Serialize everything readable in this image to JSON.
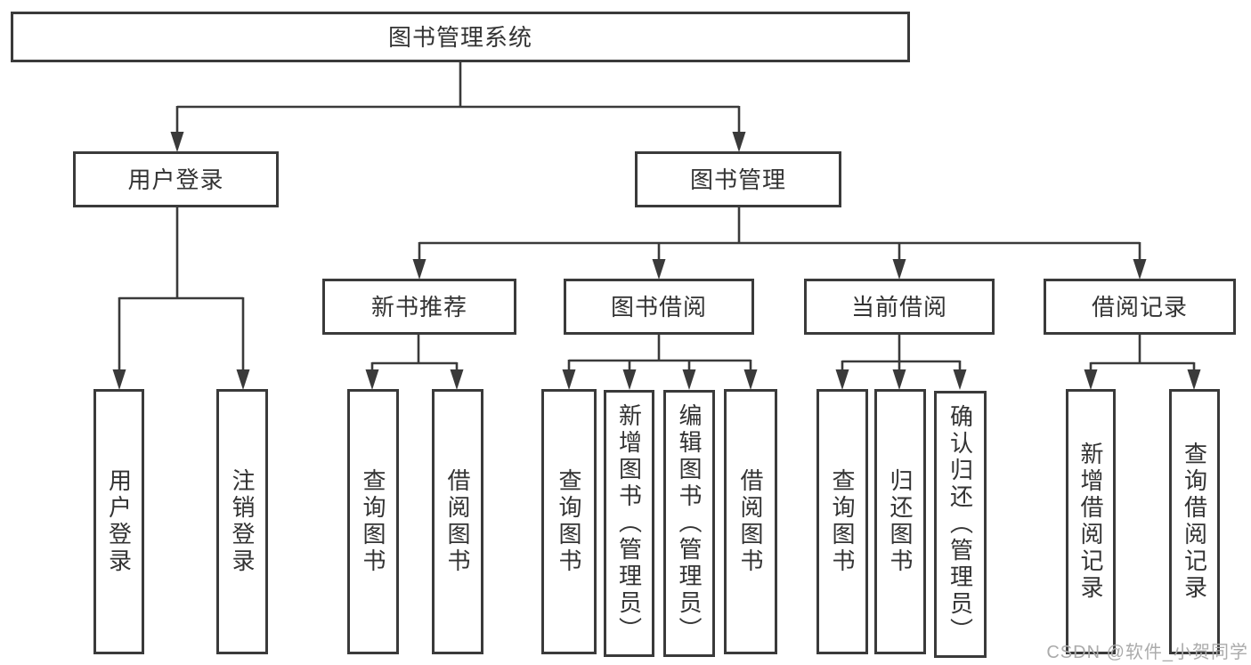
{
  "diagram": {
    "root": "图书管理系统",
    "branches": {
      "user_login": "用户登录",
      "book_management": "图书管理"
    },
    "modules": {
      "new_book_recommend": "新书推荐",
      "book_borrowing": "图书借阅",
      "current_borrowing": "当前借阅",
      "borrowing_records": "借阅记录"
    },
    "leaves": {
      "login": "用户登录",
      "logout": "注销登录",
      "newbook_query_book": "查询图书",
      "newbook_borrow_book": "借阅图书",
      "borrowing_query_book": "查询图书",
      "borrowing_add_book": "新增图书（管理员）",
      "borrowing_edit_book": "编辑图书（管理员）",
      "borrowing_borrow_book": "借阅图书",
      "current_query_book": "查询图书",
      "current_return_book": "归还图书",
      "current_confirm_return": "确认归还（管理员）",
      "records_add_record": "新增借阅记录",
      "records_query_record": "查询借阅记录"
    }
  },
  "watermark": "CSDN @软件_小贺同学",
  "colors": {
    "line": "#3a3a3a",
    "text": "#333333",
    "background": "#ffffff",
    "watermark": "#ababab"
  }
}
